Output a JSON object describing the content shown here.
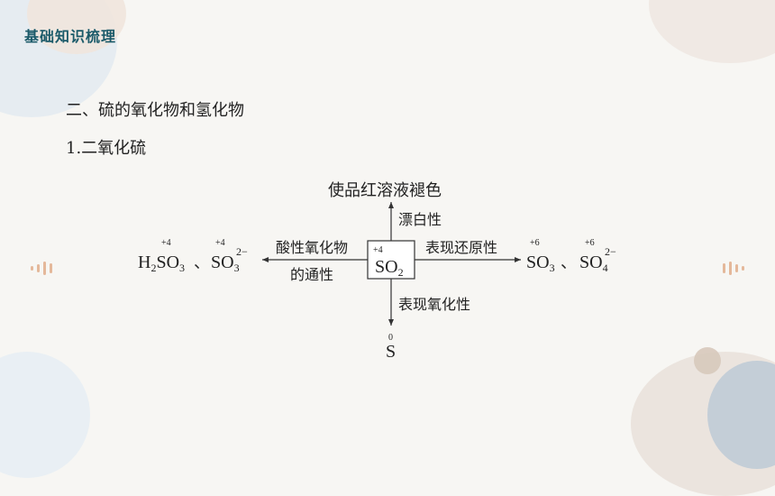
{
  "header": {
    "title": "基础知识梳理"
  },
  "content": {
    "heading1": "二、硫的氧化物和氢化物",
    "heading2": "1.二氧化硫"
  },
  "diagram": {
    "center": {
      "formula": "SO",
      "sub": "2",
      "ox": "+4"
    },
    "top": {
      "result": "使品红溶液褪色",
      "property": "漂白性"
    },
    "left": {
      "property_line1": "酸性氧化物",
      "property_line2": "的通性",
      "h": "H",
      "h_sub": "2",
      "s": "SO",
      "s_sub": "3",
      "ox1": "+4",
      "sep": "、",
      "ion": "SO",
      "ion_sub": "3",
      "ion_sup": "2−",
      "ox2": "+4"
    },
    "right": {
      "property": "表现还原性",
      "f1": "SO",
      "f1_sub": "3",
      "ox1": "+6",
      "sep": "、",
      "ion": "SO",
      "ion_sub": "4",
      "ion_sup": "2−",
      "ox2": "+6"
    },
    "bottom": {
      "property": "表现氧化性",
      "result": "S",
      "ox": "0"
    }
  }
}
